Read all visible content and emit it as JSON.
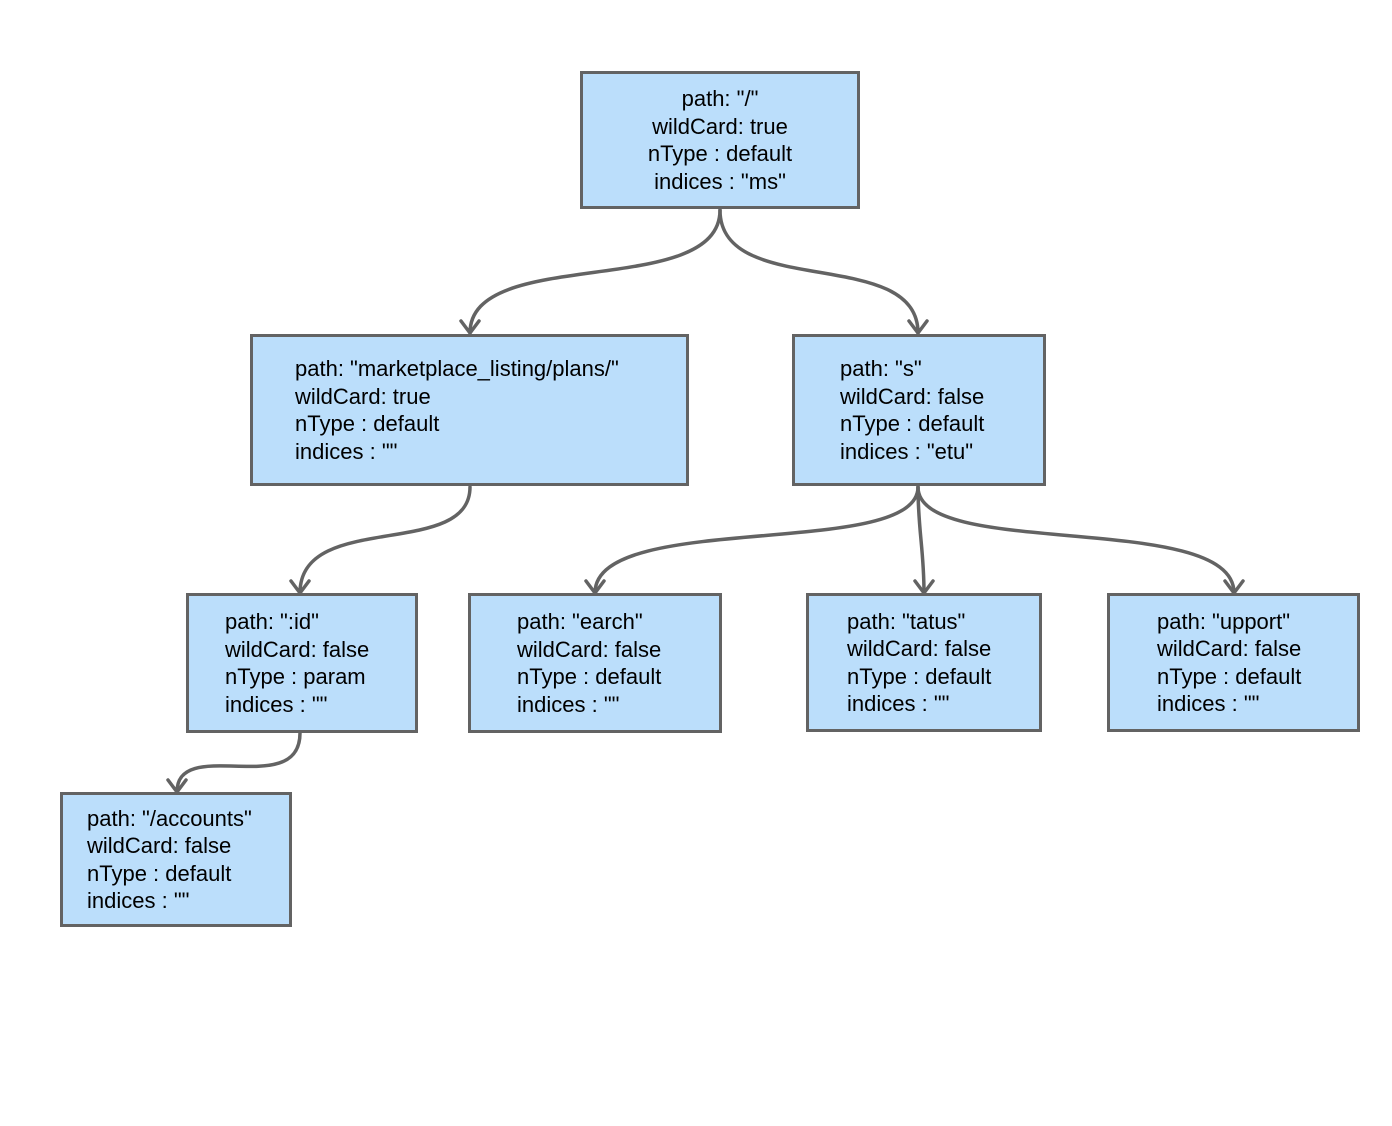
{
  "diagram": {
    "root": {
      "path": "path: \"/\"",
      "wildCard": "wildCard: true",
      "nType": "nType : default",
      "indices": "indices : \"ms\""
    },
    "marketplace": {
      "path": "path: \"marketplace_listing/plans/\"",
      "wildCard": "wildCard: true",
      "nType": "nType : default",
      "indices": "indices : \"\""
    },
    "s": {
      "path": "path: \"s\"",
      "wildCard": "wildCard: false",
      "nType": "nType : default",
      "indices": "indices : \"etu\""
    },
    "id": {
      "path": "path: \":id\"",
      "wildCard": "wildCard: false",
      "nType": "nType : param",
      "indices": "indices : \"\""
    },
    "earch": {
      "path": "path: \"earch\"",
      "wildCard": "wildCard: false",
      "nType": "nType : default",
      "indices": "indices : \"\""
    },
    "tatus": {
      "path": "path: \"tatus\"",
      "wildCard": "wildCard: false",
      "nType": "nType : default",
      "indices": "indices : \"\""
    },
    "upport": {
      "path": "path: \"upport\"",
      "wildCard": "wildCard: false",
      "nType": "nType : default",
      "indices": "indices : \"\""
    },
    "accounts": {
      "path": "path: \"/accounts\"",
      "wildCard": "wildCard: false",
      "nType": "nType : default",
      "indices": "indices : \"\""
    },
    "colors": {
      "node_fill": "#bbdefb",
      "node_border": "#636363",
      "edge": "#636363",
      "text": "#000000"
    }
  }
}
